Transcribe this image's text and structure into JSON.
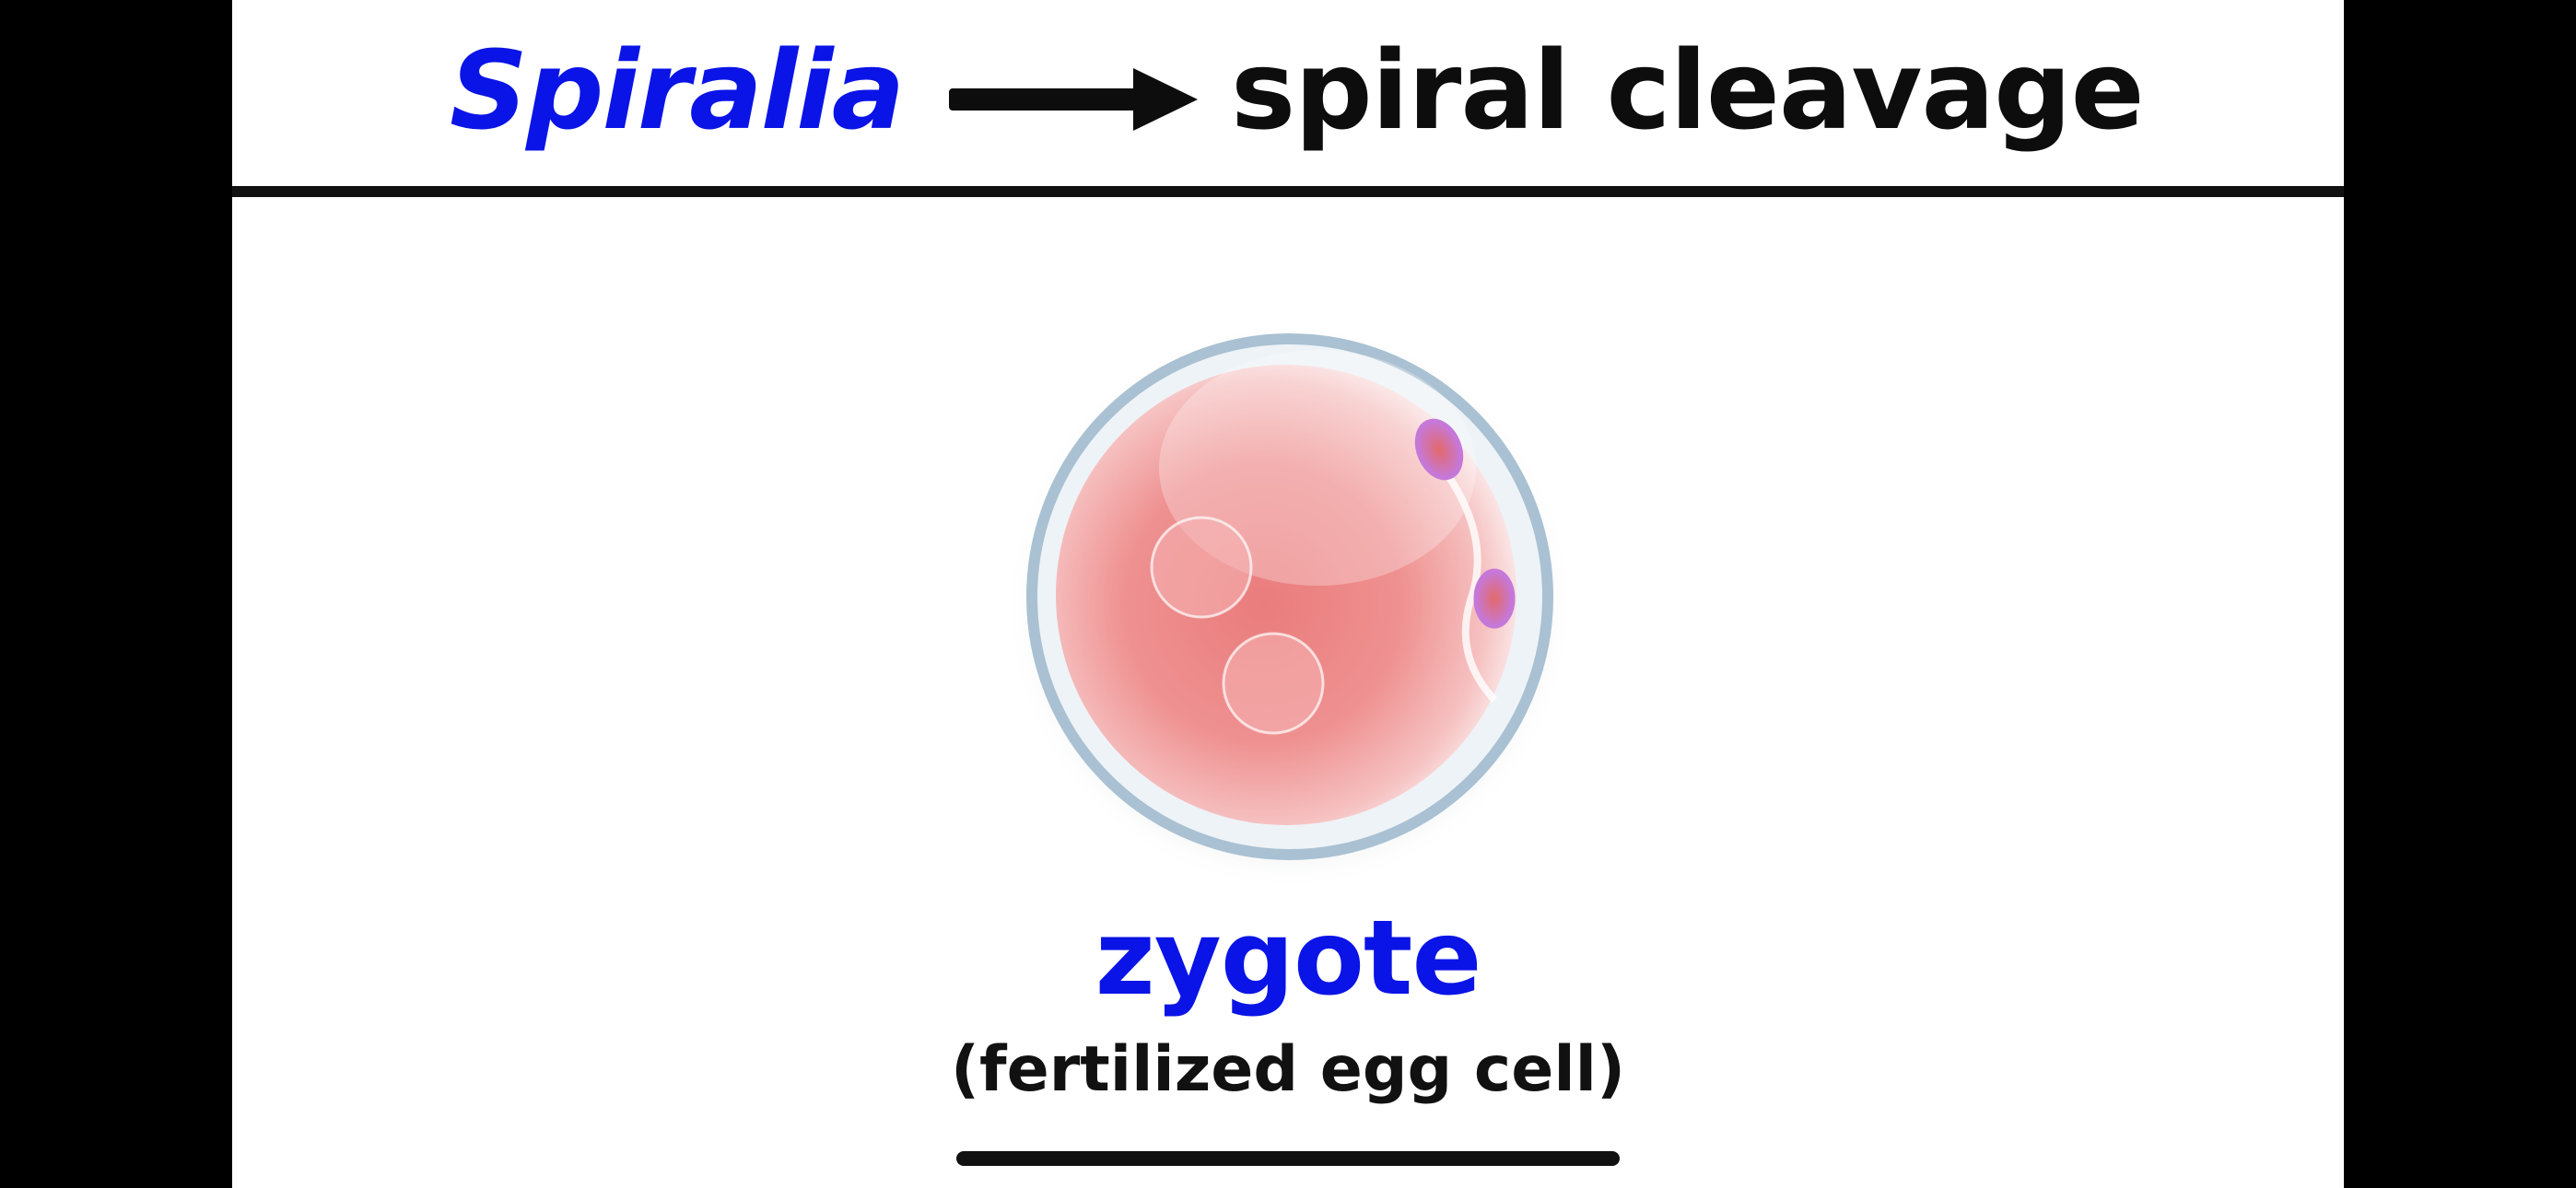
{
  "slide": {
    "title_term": "Spiralia",
    "title_definition": "spiral cleavage",
    "cell_name": "zygote",
    "cell_caption": "(fertilized egg cell)"
  },
  "icons": {
    "arrow": "right-arrow-icon",
    "cell": "zygote-cell-illustration"
  },
  "colors": {
    "term_blue": "#0a14e6",
    "text_black": "#0d0d0d",
    "cell_pink": "#ec8a8a",
    "membrane_blue": "#a9c1d2",
    "polar_body_purple": "#c678d8"
  }
}
